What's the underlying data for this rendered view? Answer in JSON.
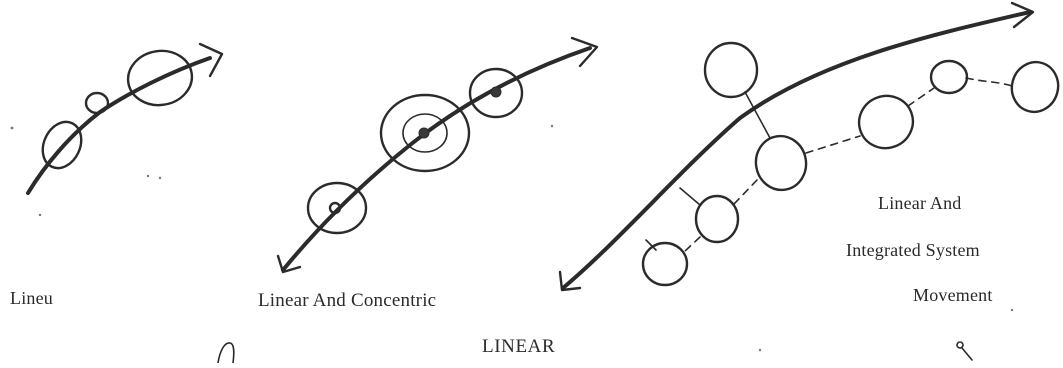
{
  "diagrams": [
    {
      "label": "Lineu"
    },
    {
      "label": "Linear And Concentric"
    },
    {
      "label_lines": [
        "Linear And",
        "Integrated System",
        "Movement"
      ]
    }
  ],
  "caption": "LINEAR"
}
